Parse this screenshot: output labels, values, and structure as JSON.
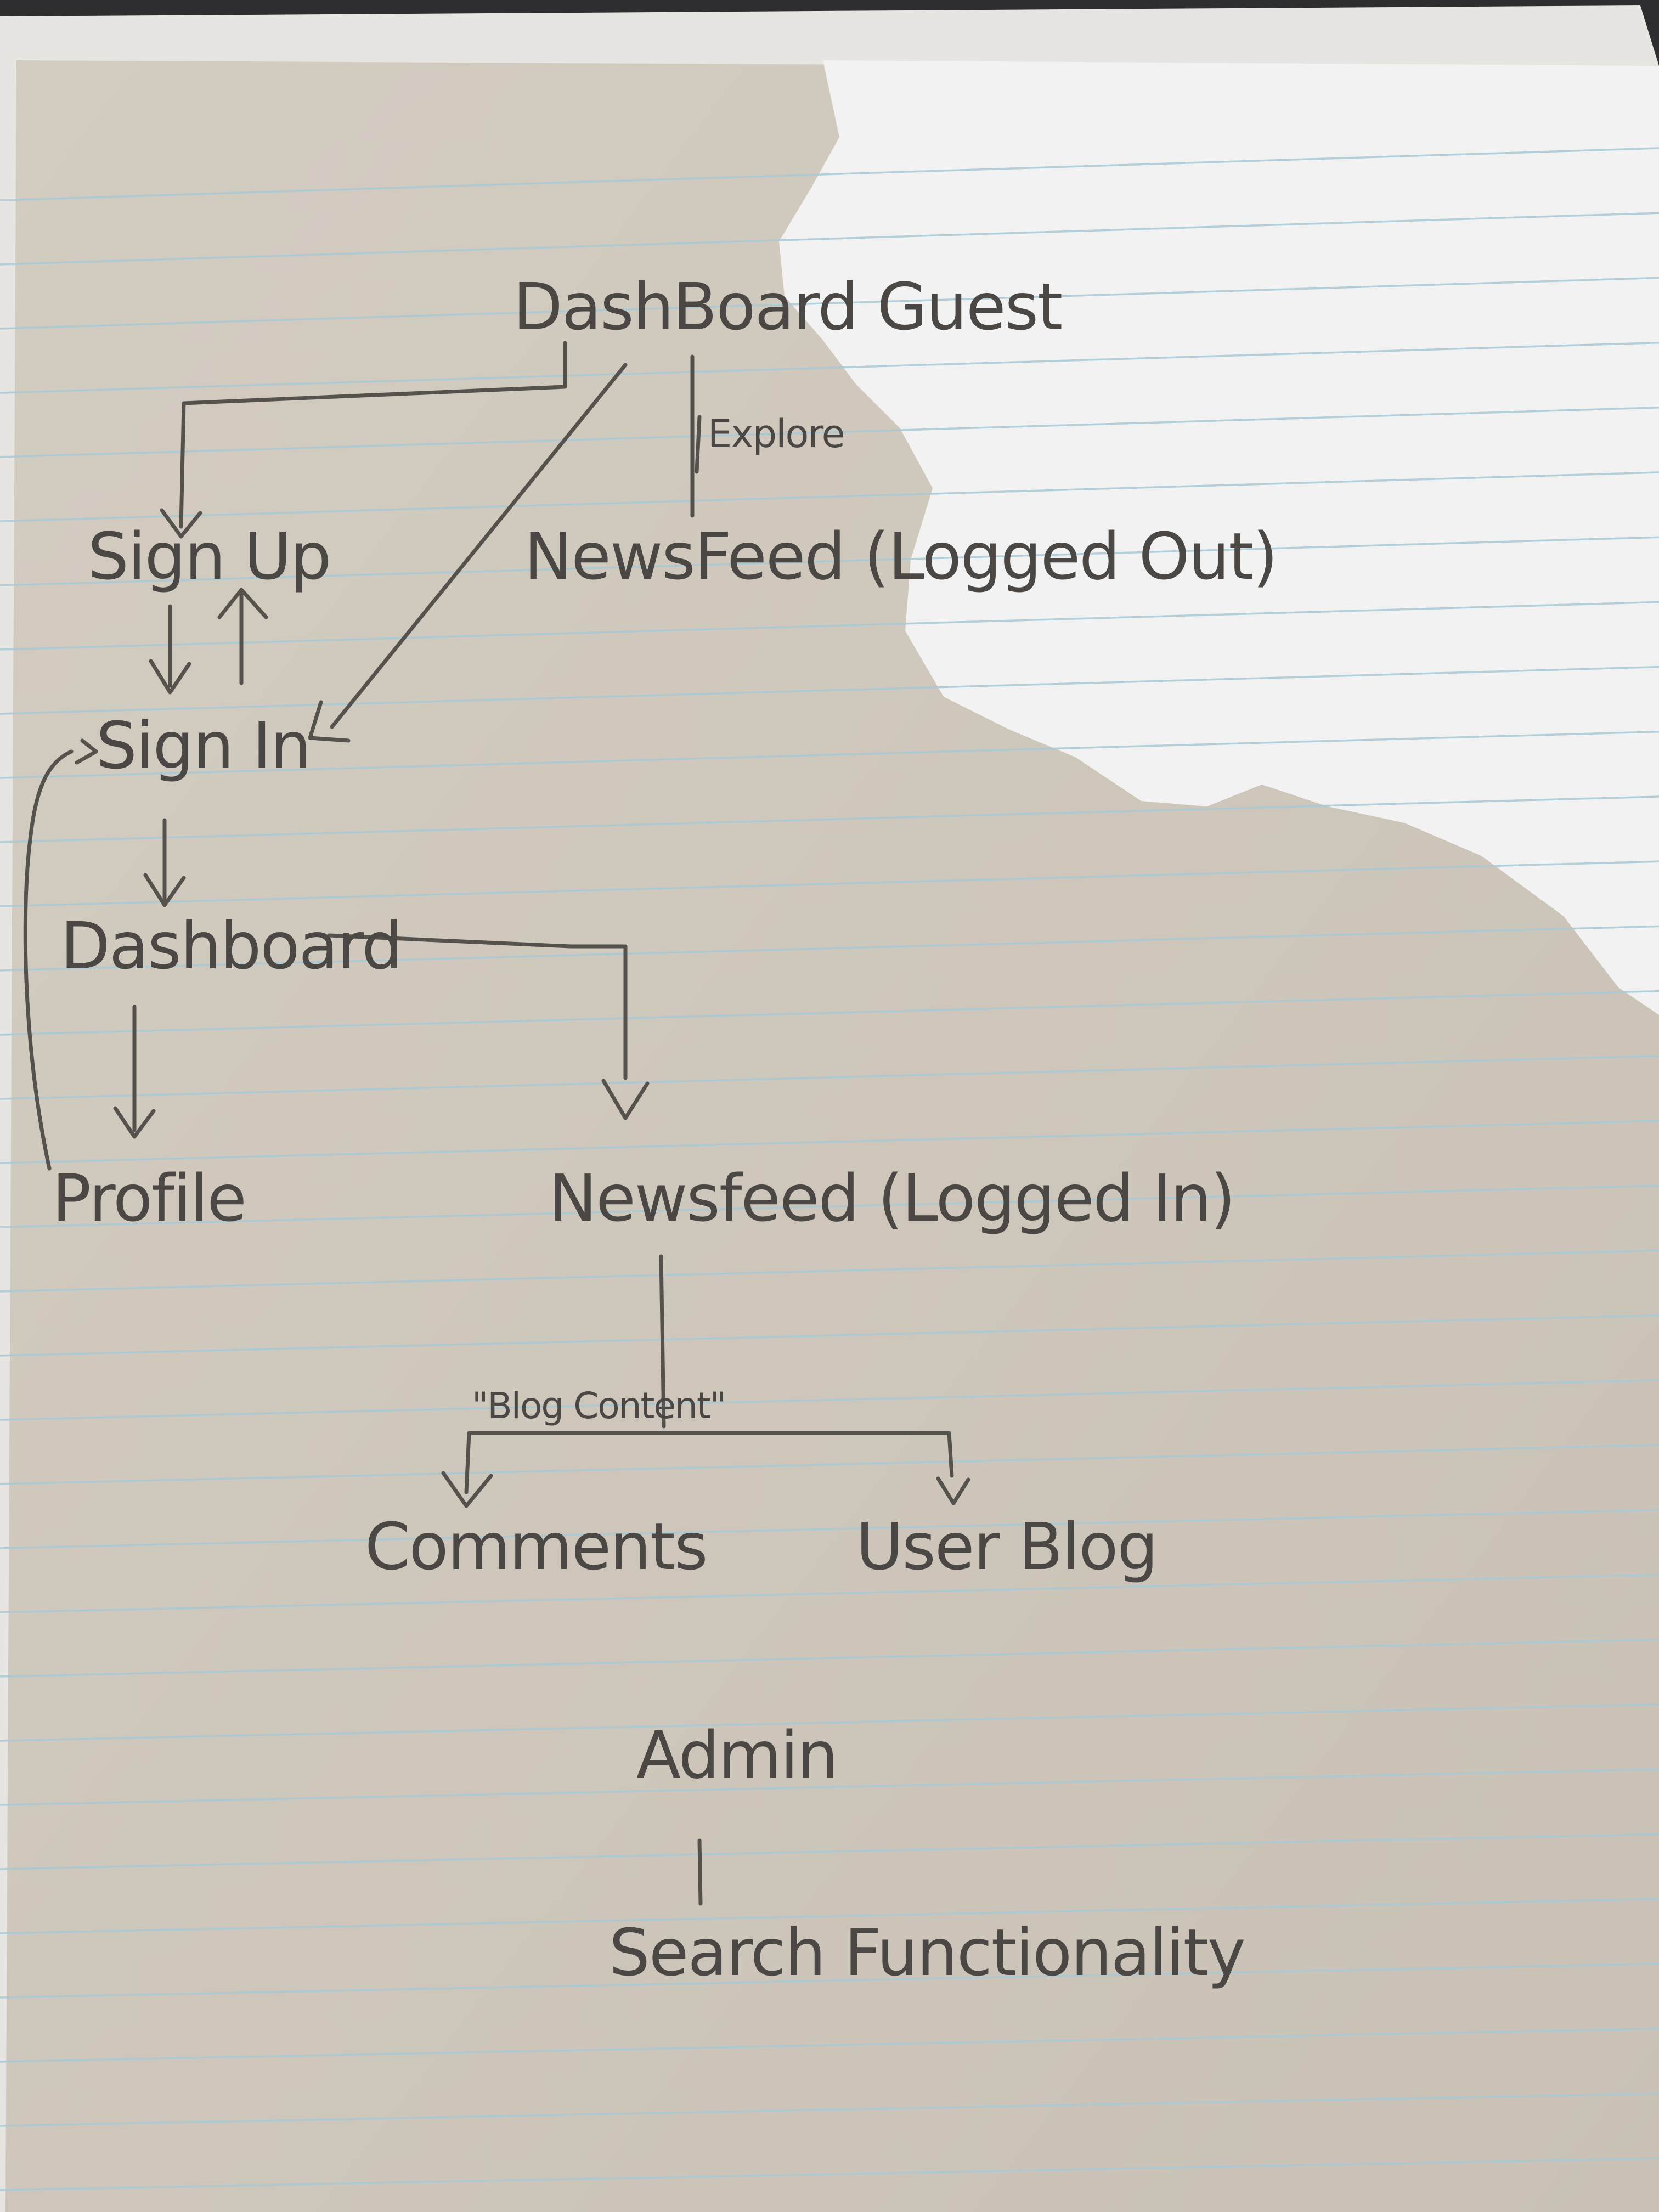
{
  "diagram": {
    "nodes": [
      {
        "id": "dashboard-guest",
        "label": "DashBoard Guest"
      },
      {
        "id": "sign-up",
        "label": "Sign Up"
      },
      {
        "id": "newsfeed-logged-out",
        "label": "NewsFeed (Logged Out)"
      },
      {
        "id": "sign-in",
        "label": "Sign In"
      },
      {
        "id": "dashboard",
        "label": "Dashboard"
      },
      {
        "id": "profile",
        "label": "Profile"
      },
      {
        "id": "newsfeed-logged-in",
        "label": "Newsfeed (Logged In)"
      },
      {
        "id": "comments",
        "label": "Comments"
      },
      {
        "id": "user-blog",
        "label": "User Blog"
      },
      {
        "id": "admin",
        "label": "Admin"
      },
      {
        "id": "search-functionality",
        "label": "Search Functionality"
      }
    ],
    "edges": [
      {
        "from": "dashboard-guest",
        "to": "sign-up",
        "label": ""
      },
      {
        "from": "dashboard-guest",
        "to": "sign-in",
        "label": ""
      },
      {
        "from": "dashboard-guest",
        "to": "newsfeed-logged-out",
        "label": "Explore"
      },
      {
        "from": "sign-up",
        "to": "sign-in",
        "label": ""
      },
      {
        "from": "sign-in",
        "to": "sign-up",
        "label": ""
      },
      {
        "from": "sign-in",
        "to": "dashboard",
        "label": ""
      },
      {
        "from": "dashboard",
        "to": "profile",
        "label": ""
      },
      {
        "from": "dashboard",
        "to": "newsfeed-logged-in",
        "label": ""
      },
      {
        "from": "profile",
        "to": "sign-in",
        "label": ""
      },
      {
        "from": "newsfeed-logged-in",
        "to": "comments",
        "label": "\"Blog Content\""
      },
      {
        "from": "newsfeed-logged-in",
        "to": "user-blog",
        "label": "\"Blog Content\""
      },
      {
        "from": "admin",
        "to": "search-functionality",
        "label": ""
      }
    ]
  },
  "colors": {
    "ink": "#4a4744",
    "paper_lit": "#f2f3f2",
    "paper_shadow": "#cfc8bd",
    "rule_line": "#a9c9d6",
    "desk": "#2e2e30"
  }
}
